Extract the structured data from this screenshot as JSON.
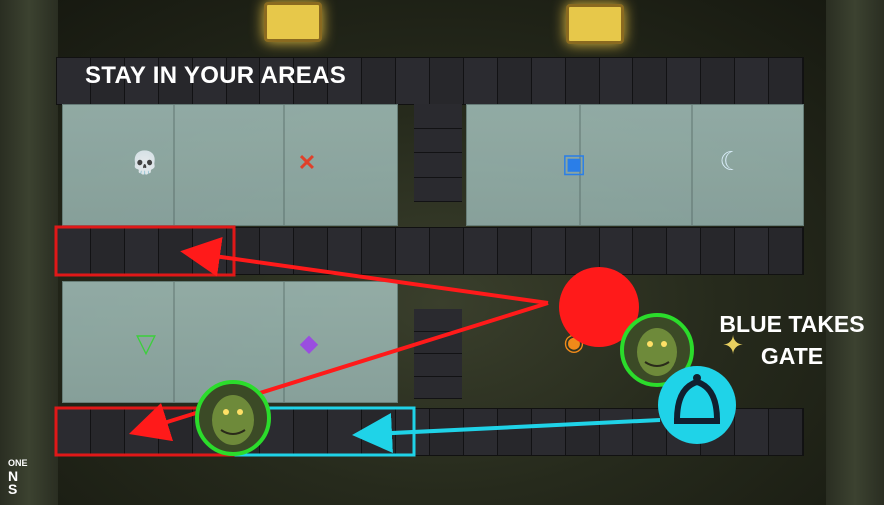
{
  "title": "STAY IN YOUR AREAS",
  "callout": {
    "line1": "BLUE TAKES",
    "line2": "GATE"
  },
  "logo": {
    "text_lines": [
      "ONE",
      "N",
      "S"
    ]
  },
  "icons": {
    "room_tl_left": "skull-icon",
    "room_tl_right": "red-cross-icon",
    "room_tr_left": "blue-square-icon",
    "room_tr_right": "moon-icon",
    "room_bl_left": "green-triangle-icon",
    "room_bl_right": "purple-diamond-icon",
    "gate": "gate-icon",
    "player": "goblin-avatar-icon",
    "star": "yellow-star-icon"
  },
  "colors": {
    "red": "#ff1a1a",
    "blue": "#1fd3e8",
    "green": "#2bdc2b",
    "red_box": "#e01818"
  },
  "glyphs": {
    "skull": "💀",
    "cross": "✕",
    "square": "▣",
    "moon": "☾",
    "triangle": "▽",
    "diamond": "◆",
    "star": "✦",
    "orange_orb": "◉"
  }
}
